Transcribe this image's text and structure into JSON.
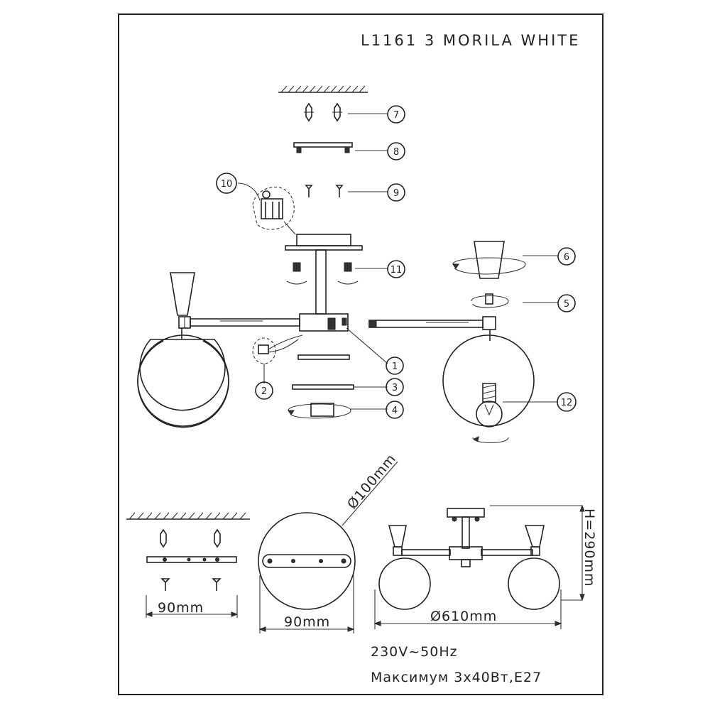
{
  "title": "L1161 3 MORILA WHITE",
  "callouts": [
    "1",
    "2",
    "3",
    "4",
    "5",
    "6",
    "7",
    "8",
    "9",
    "10",
    "11",
    "12"
  ],
  "dimensions": {
    "diameter_label": "Ø100mm",
    "plate_width_left": "90mm",
    "plate_width_round": "90mm",
    "span": "Ø610mm",
    "height": "H=290mm"
  },
  "specs": {
    "voltage": "230V~50Hz",
    "power": "Максимум 3х40Вт,E27"
  }
}
